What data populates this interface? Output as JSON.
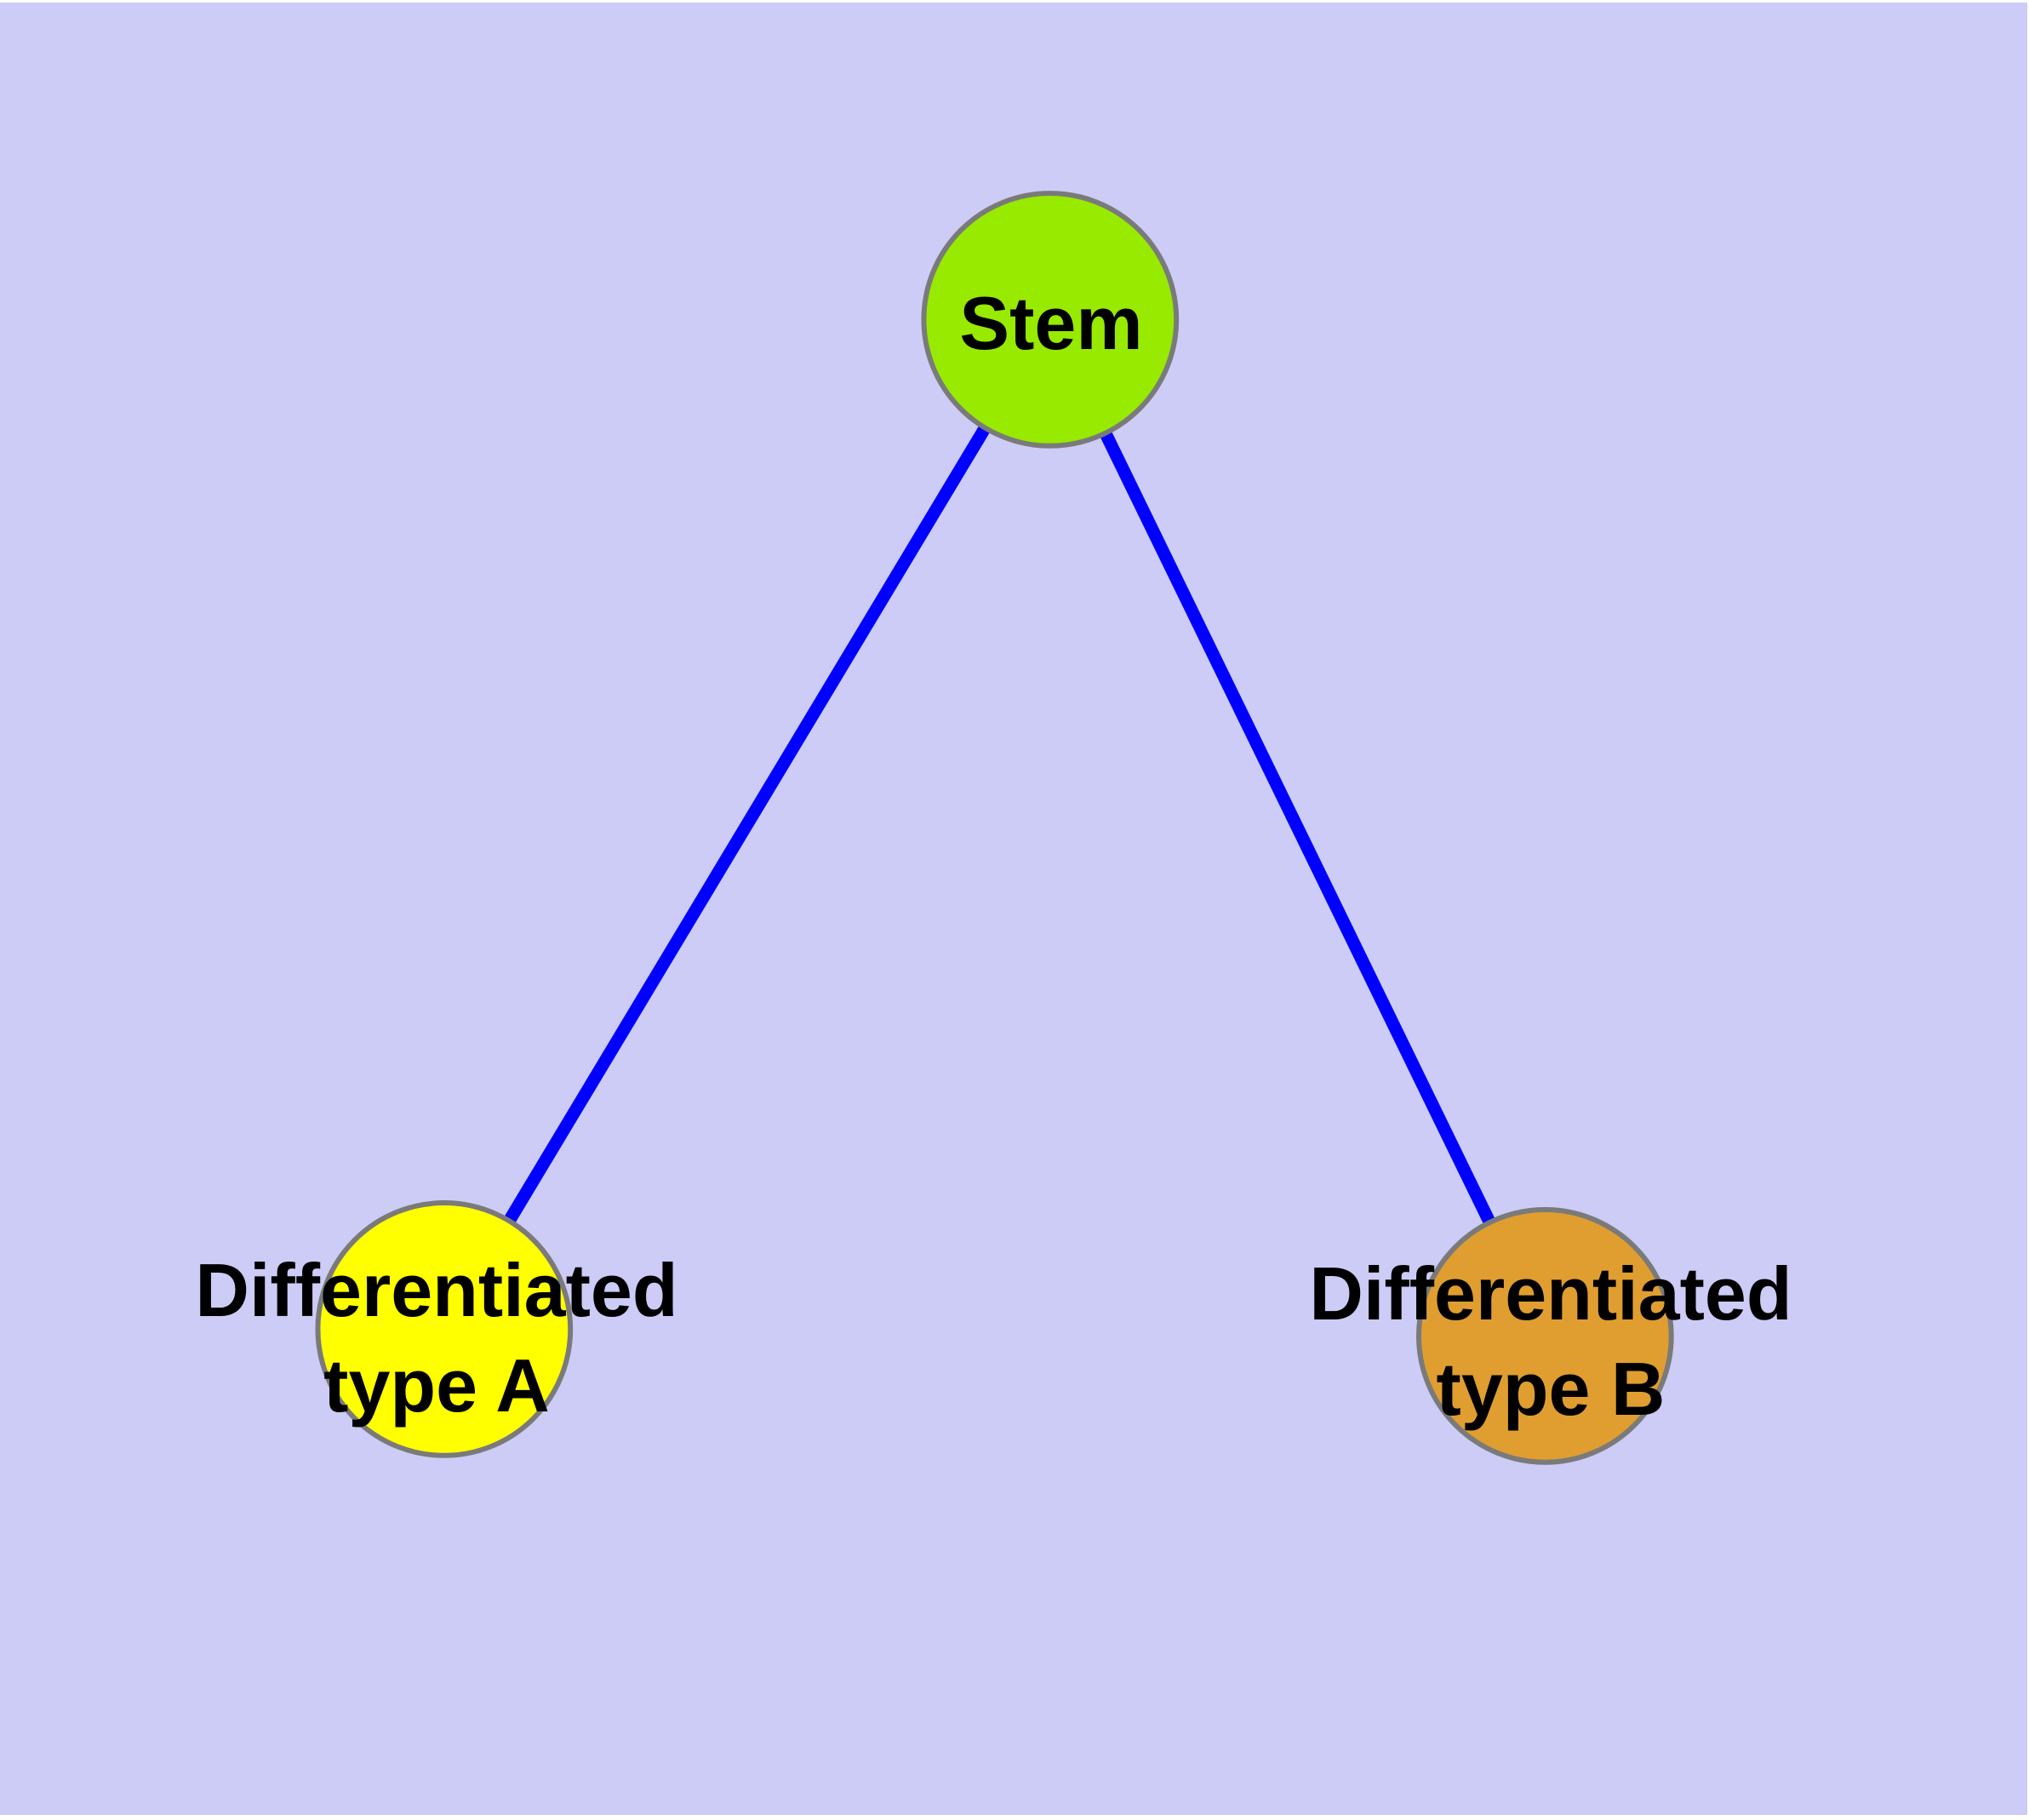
{
  "diagram": {
    "background_color": "#ccccf6",
    "edge_color": "#0000ff",
    "node_border_color": "#7a7a7a",
    "label_color": "#000000",
    "nodes": [
      {
        "id": "stem",
        "label": "Stem",
        "color": "#97ea00"
      },
      {
        "id": "differentiated-type-a",
        "lines": [
          "Differentiated",
          "type A"
        ],
        "color": "#ffff00"
      },
      {
        "id": "differentiated-type-b",
        "lines": [
          "Differentiated",
          "type B"
        ],
        "color": "#e09e30"
      }
    ],
    "edges": [
      {
        "from": "Stem",
        "to": "Differentiated type A"
      },
      {
        "from": "Stem",
        "to": "Differentiated type B"
      }
    ]
  }
}
